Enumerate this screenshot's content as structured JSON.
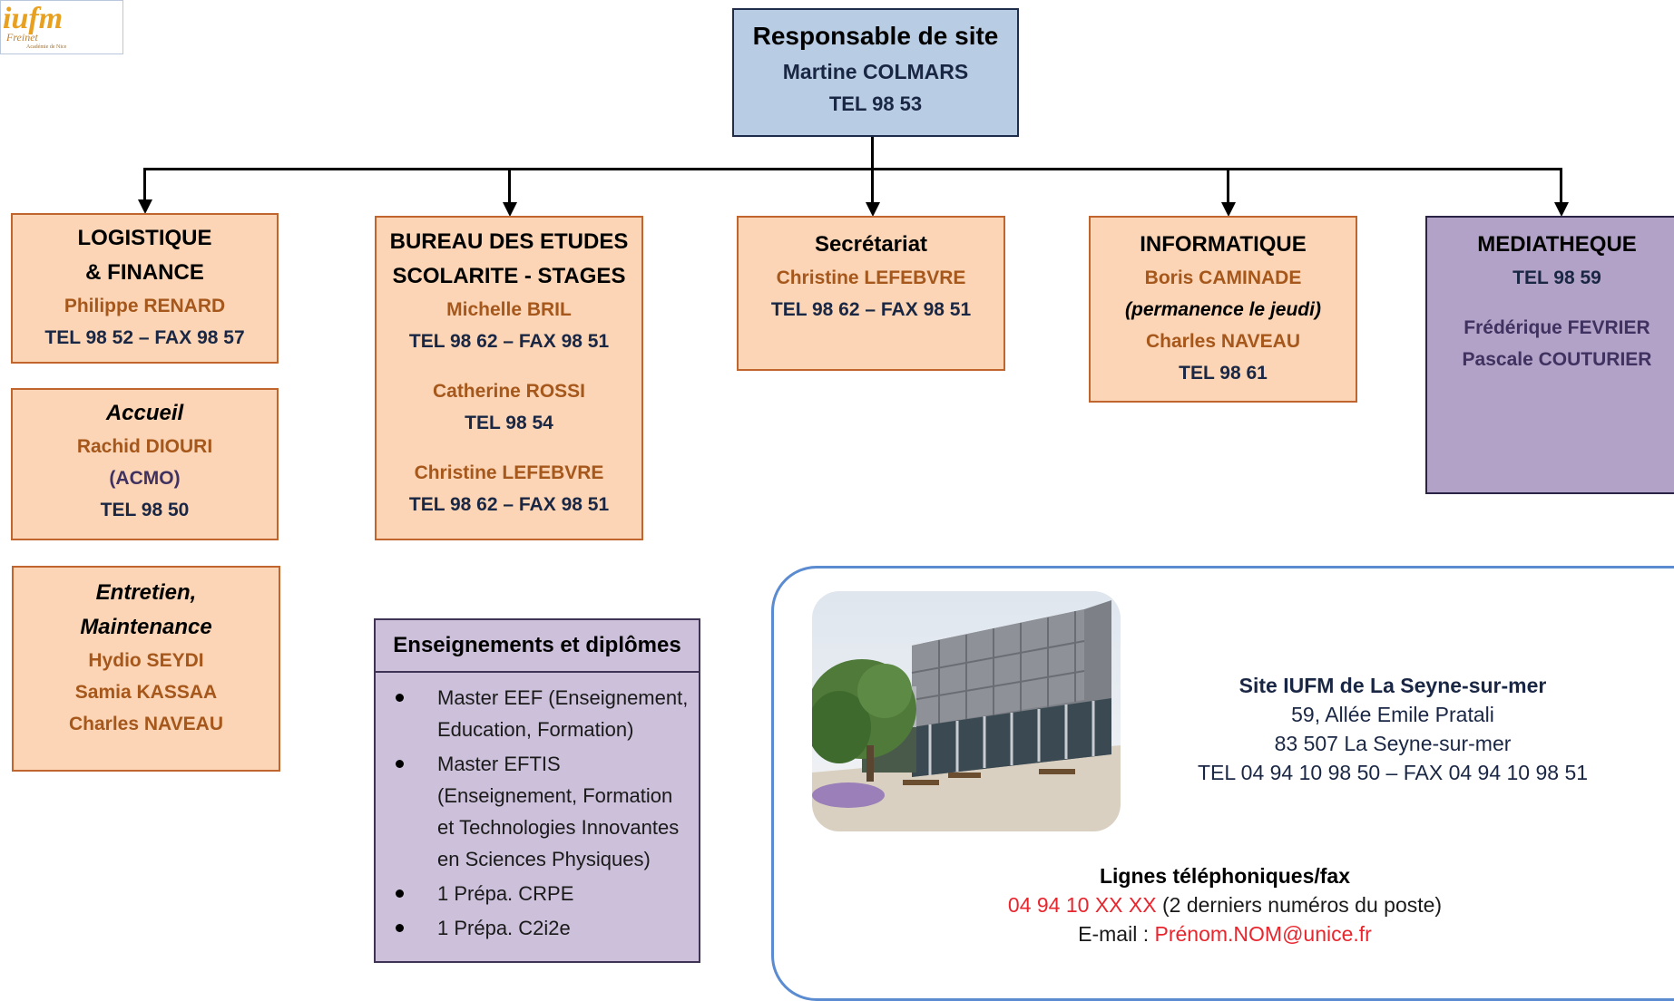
{
  "logo": {
    "text_top": "iufm",
    "text_small": "Freinet",
    "text_sub": "Académie de Nice"
  },
  "top": {
    "title": "Responsable de site",
    "name": "Martine COLMARS",
    "tel": "TEL 98 53"
  },
  "logistique": {
    "title1": "LOGISTIQUE",
    "title2": "& FINANCE",
    "name": "Philippe RENARD",
    "tel": "TEL 98 52 – FAX 98 57"
  },
  "accueil": {
    "title": "Accueil",
    "name": "Rachid DIOURI",
    "role": "(ACMO)",
    "tel": "TEL 98 50"
  },
  "entretien": {
    "title1": "Entretien,",
    "title2": "Maintenance",
    "names": [
      "Hydio SEYDI",
      "Samia KASSAA",
      "Charles NAVEAU"
    ]
  },
  "bureau": {
    "title1": "BUREAU DES ETUDES",
    "title2": "SCOLARITE - STAGES",
    "name1": "Michelle BRIL",
    "tel1": "TEL 98 62 – FAX 98 51",
    "name2": "Catherine ROSSI",
    "tel2": "TEL 98 54",
    "name3": "Christine LEFEBVRE",
    "tel3": "TEL 98 62 – FAX 98 51"
  },
  "secretariat": {
    "title": "Secrétariat",
    "name": "Christine LEFEBVRE",
    "tel": "TEL 98 62 – FAX 98 51"
  },
  "informatique": {
    "title": "INFORMATIQUE",
    "name1": "Boris CAMINADE",
    "note": "(permanence le jeudi)",
    "name2": "Charles NAVEAU",
    "tel": "TEL 98 61"
  },
  "mediatheque": {
    "title": "MEDIATHEQUE",
    "tel": "TEL 98 59",
    "name1": "Frédérique FEVRIER",
    "name2": "Pascale COUTURIER"
  },
  "enseignements": {
    "title": "Enseignements et diplômes",
    "items": [
      "Master EEF (Enseignement, Education, Formation)",
      "Master EFTIS (Enseignement, Formation et Technologies Innovantes en Sciences Physiques)",
      "1 Prépa. CRPE",
      "1 Prépa. C2i2e"
    ]
  },
  "site": {
    "name": "Site IUFM de La Seyne-sur-mer",
    "street": "59, Allée Emile Pratali",
    "city": "83 507 La Seyne-sur-mer",
    "tel": "TEL 04 94 10 98 50 – FAX 04 94 10 98 51",
    "lines_title": "Lignes téléphoniques/fax",
    "lines_number": "04 94 10 XX XX",
    "lines_note": " (2 derniers numéros du poste)",
    "email_label": "E-mail : ",
    "email_value": "Prénom.NOM@unice.fr"
  },
  "colors": {
    "orange_box": "#fbd5b5",
    "blue_box": "#b8cce4",
    "purple_box": "#b2a2c7",
    "lilac_box": "#ccc0da",
    "name_text": "#a6571b",
    "link_red": "#e8262e",
    "site_border": "#5b8bd0"
  }
}
